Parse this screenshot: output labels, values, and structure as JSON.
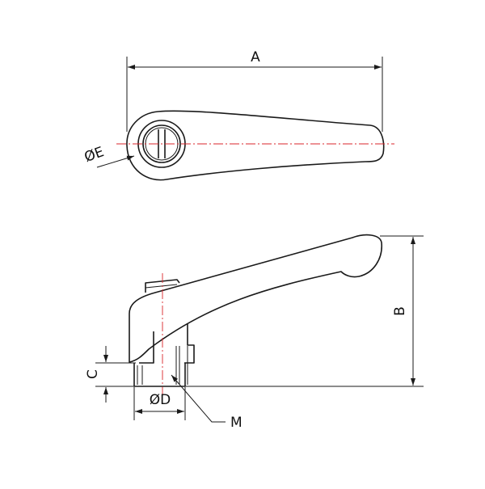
{
  "drawing": {
    "labels": {
      "a": "A",
      "b": "B",
      "c": "C",
      "d": "ØD",
      "e": "ØE",
      "m": "M"
    },
    "colors": {
      "outline": "#1a1a1a",
      "centerline": "#d9262b",
      "background": "#ffffff"
    }
  }
}
